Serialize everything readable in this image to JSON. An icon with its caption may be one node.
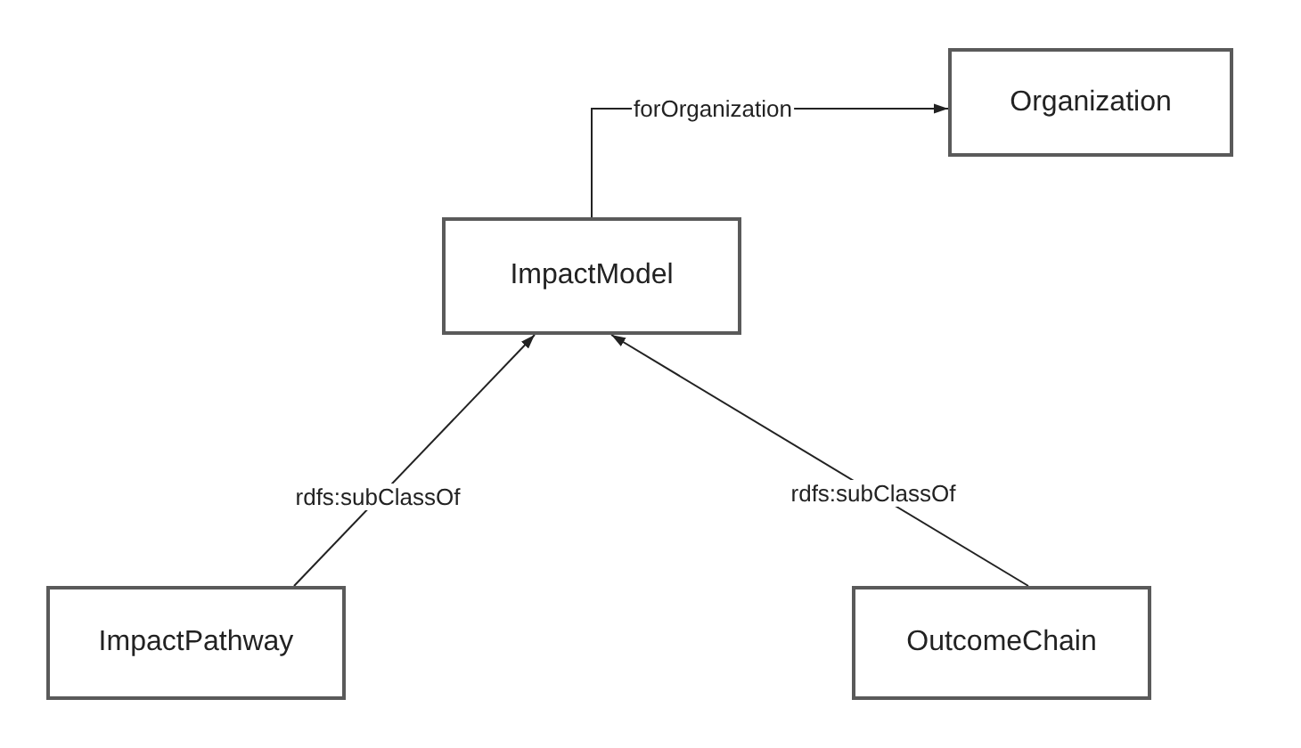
{
  "diagram": {
    "nodes": [
      {
        "text": [
          "ImpactModel"
        ]
      },
      {
        "text": [
          "Organization"
        ]
      },
      {
        "text": [
          "ImpactPathway"
        ]
      },
      {
        "text": [
          "OutcomeChain"
        ]
      }
    ],
    "edges": [
      {
        "from": 0,
        "to": 1,
        "arrow": "to",
        "label": "forOrganization"
      },
      {
        "from": 2,
        "to": 0,
        "arrow": "to",
        "label": "rdfs:subClassOf"
      },
      {
        "from": 3,
        "to": 0,
        "arrow": "to",
        "label": "rdfs:subClassOf"
      }
    ]
  }
}
